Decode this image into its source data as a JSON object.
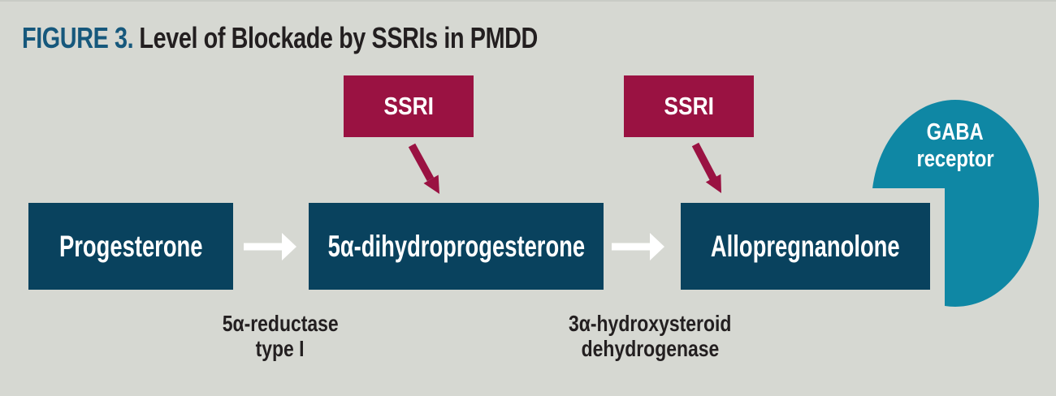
{
  "title": {
    "label": "FIGURE 3.",
    "text": "Level of Blockade by SSRIs in PMDD"
  },
  "ssri_boxes": [
    {
      "label": "SSRI"
    },
    {
      "label": "SSRI"
    }
  ],
  "pathway": {
    "nodes": [
      {
        "label": "Progesterone"
      },
      {
        "label": "5α-dihydroprogesterone"
      },
      {
        "label": "Allopregnanolone"
      }
    ],
    "enzymes": [
      {
        "line1": "5α-reductase",
        "line2": "type I"
      },
      {
        "line1": "3α-hydroxysteroid",
        "line2": "dehydrogenase"
      }
    ],
    "receptor": {
      "line1": "GABA",
      "line2": "receptor"
    }
  },
  "icons": {
    "blockade_arrows": "red-down-diagonal-arrow",
    "conversion_arrows": "white-right-arrow"
  },
  "colors": {
    "background": "#d6d8d2",
    "ssri_box": "#9a1242",
    "pathway_box": "#09425e",
    "receptor_shape": "#0f87a4",
    "figure_label": "#16587c",
    "text": "#231f20",
    "arrow_white": "#ffffff"
  }
}
